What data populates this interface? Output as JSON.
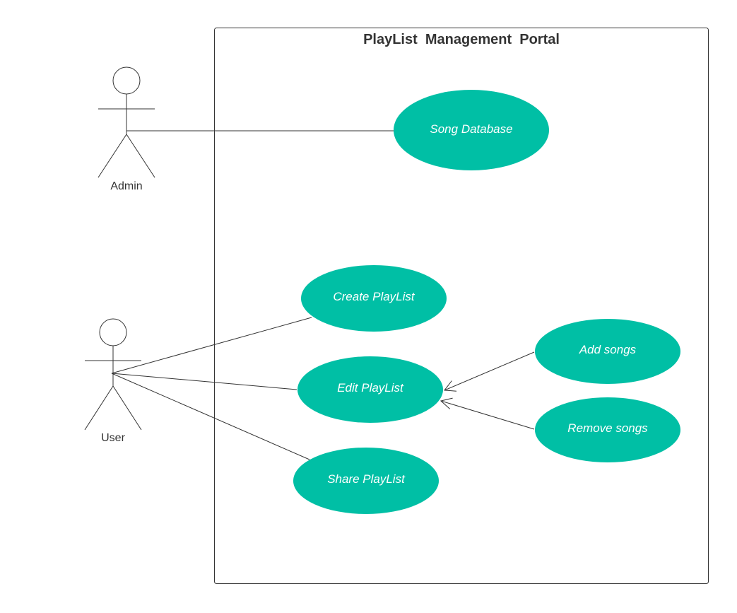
{
  "title": "PlayList  Management  Portal",
  "colors": {
    "usecase_fill": "#00bfa5",
    "usecase_text": "#ffffff",
    "line": "#333333",
    "background": "#ffffff"
  },
  "actors": [
    {
      "id": "admin",
      "label": "Admin",
      "icon": "stick-figure-icon"
    },
    {
      "id": "user",
      "label": "User",
      "icon": "stick-figure-icon"
    }
  ],
  "use_cases": [
    {
      "id": "song-database",
      "label": "Song Database"
    },
    {
      "id": "create-playlist",
      "label": "Create PlayList"
    },
    {
      "id": "edit-playlist",
      "label": "Edit PlayList"
    },
    {
      "id": "share-playlist",
      "label": "Share PlayList"
    },
    {
      "id": "add-songs",
      "label": "Add songs"
    },
    {
      "id": "remove-songs",
      "label": "Remove songs"
    }
  ],
  "relationships": [
    {
      "from": "admin",
      "to": "song-database",
      "type": "association"
    },
    {
      "from": "user",
      "to": "create-playlist",
      "type": "association"
    },
    {
      "from": "user",
      "to": "edit-playlist",
      "type": "association"
    },
    {
      "from": "user",
      "to": "share-playlist",
      "type": "association"
    },
    {
      "from": "add-songs",
      "to": "edit-playlist",
      "type": "directed"
    },
    {
      "from": "remove-songs",
      "to": "edit-playlist",
      "type": "directed"
    }
  ]
}
